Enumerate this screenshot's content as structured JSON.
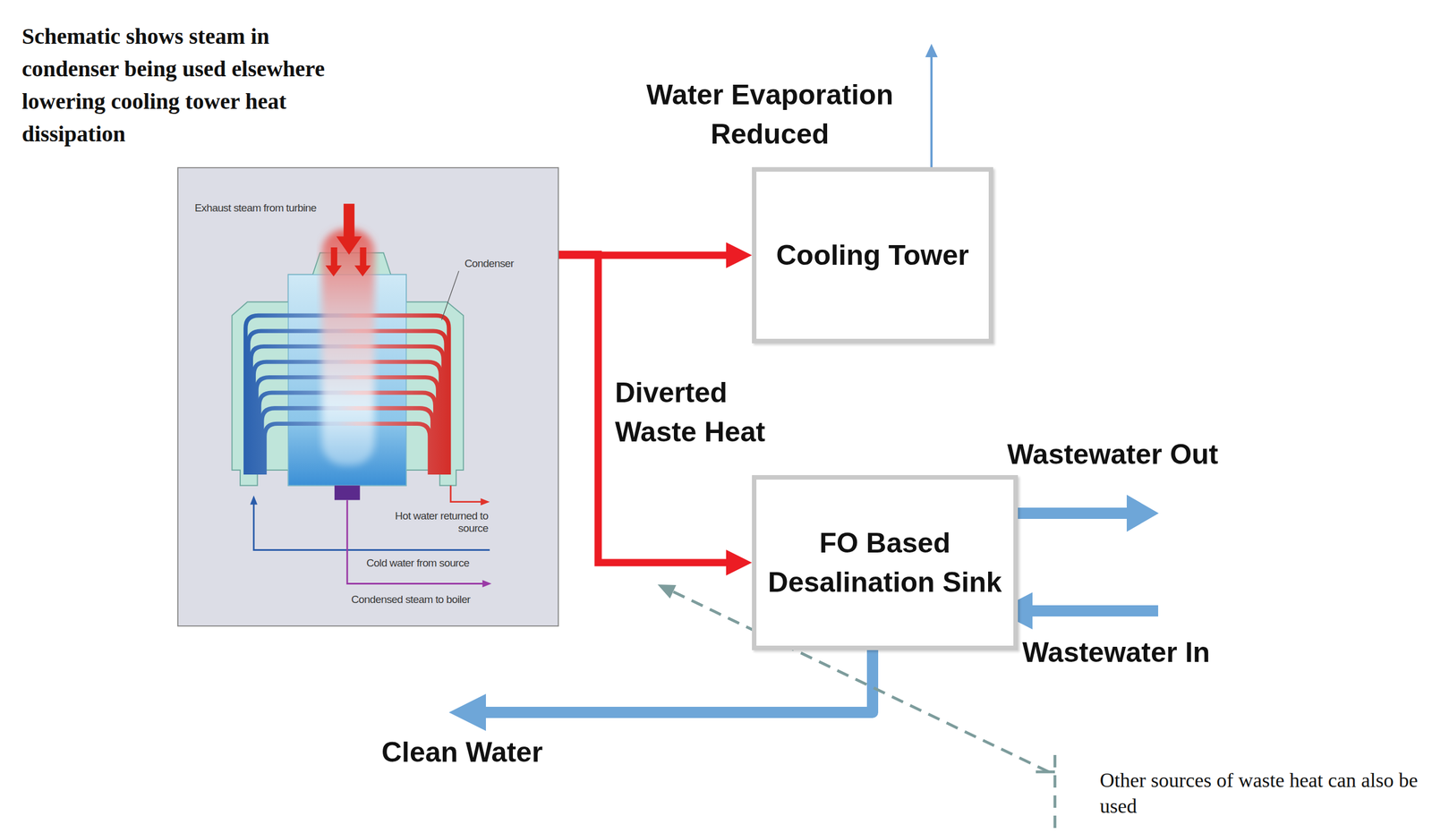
{
  "diagram": {
    "nodes": [
      {
        "text": [
          "Exhaust steam from turbine",
          "Condenser",
          "Hot water returned to source",
          "Cold water from source",
          "Condensed steam to boiler"
        ]
      },
      {
        "text": [
          "Cooling Tower"
        ]
      },
      {
        "text": [
          "FO Based Desalination Sink"
        ]
      }
    ],
    "edges": [
      {
        "from": 0,
        "to": 1,
        "arrow": "to"
      },
      {
        "from": 0,
        "to": 2,
        "arrow": "to",
        "label": "Diverted Waste Heat"
      }
    ],
    "labels": [
      "Schematic shows steam in condenser being used elsewhere lowering cooling tower heat dissipation",
      "Water Evaporation Reduced",
      "Wastewater Out",
      "Wastewater In",
      "Clean Water",
      "Other sources of waste heat can also be used"
    ]
  }
}
